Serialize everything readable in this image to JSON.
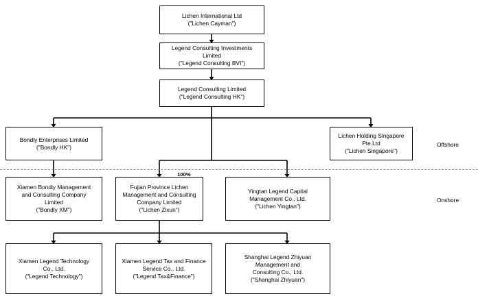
{
  "entities": {
    "lichen_international": {
      "name": "Lichen International Ltd",
      "alias": "(\"Lichen Cayman\")"
    },
    "legend_bvi": {
      "name": "Legend Consulting Investments Limited",
      "alias": "(\"Legend Consulting BVI\")"
    },
    "legend_hk": {
      "name": "Legend Consulting Limited",
      "alias": "(\"Legend Consulting HK\")"
    },
    "bondly_hk": {
      "name": "Bondly Enterprises Limited",
      "alias": "(\"Bondly HK\")"
    },
    "lichen_singapore": {
      "name_line1": "Lichen Holding Singapore",
      "name_line2": "Pte.Ltd",
      "alias": "(\"Lichen Singapore\")"
    },
    "bondly_xm": {
      "name_line1": "Xiamen Bondly Management",
      "name_line2": "and Consulting Company",
      "name_line3": "Limited",
      "alias": "(\"Bondly XM\")"
    },
    "lichen_zixun": {
      "name_line1": "Fujian Province Lichen",
      "name_line2": "Management and Consulting",
      "name_line3": "Company Limited",
      "alias": "(\"Lichen Zixun\")"
    },
    "lichen_yingtan": {
      "name_line1": "Yingtan Legend Capital",
      "name_line2": "Management Co., Ltd.",
      "alias": "(\"Lichen Yingtan\")"
    },
    "legend_technology": {
      "name_line1": "Xiamen Legend Technology",
      "name_line2": "Co., Ltd.",
      "alias": "(\"Legend Technology\")"
    },
    "legend_tax_finance": {
      "name_line1": "Xiamen Legend Tax and Finance",
      "name_line2": "Service Co., Ltd.",
      "alias": "(\"Legend Tax&Finance\")"
    },
    "shanghai_zhiyuan": {
      "name_line1": "Shanghai Legend Zhiyuan",
      "name_line2": "Management and",
      "name_line3": "Consulting Co., Ltd.",
      "alias": "(\"Shanghai Zhiyuan\")"
    }
  },
  "regions": {
    "offshore": "Offshore",
    "onshore": "Onshore"
  },
  "ownership_label": "100%",
  "colors": {
    "line": "#000000",
    "divider": "#888888",
    "background": "#ffffff"
  }
}
